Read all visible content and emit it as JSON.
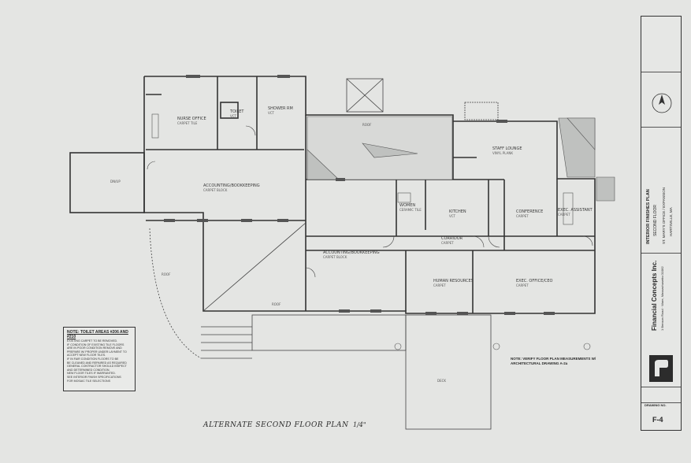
{
  "drawing": {
    "title": "ALTERNATE SECOND FLOOR PLAN",
    "scale": "1/4\""
  },
  "rooms": [
    {
      "id": "nurse-office",
      "name": "NURSE OFFICE",
      "note": "CARPET TILE"
    },
    {
      "id": "toilet",
      "name": "TOILET",
      "note": "VCT"
    },
    {
      "id": "shower",
      "name": "SHOWER RM",
      "note": "VCT"
    },
    {
      "id": "accounting-bookkeeping",
      "name": "ACCOUNTING/BOOKKEEPING",
      "note": "CARPET BLOCK"
    },
    {
      "id": "accounting-bookkeeping-2",
      "name": "ACCOUNTING/BOOKKEEPING",
      "note": "CARPET BLOCK"
    },
    {
      "id": "staff-lounge",
      "name": "STAFF LOUNGE",
      "note": "VINYL PLANK"
    },
    {
      "id": "women",
      "name": "WOMEN",
      "note": "CERAMIC TILE"
    },
    {
      "id": "kitchen",
      "name": "KITCHEN",
      "note": "VCT"
    },
    {
      "id": "conference",
      "name": "CONFERENCE",
      "note": "CARPET"
    },
    {
      "id": "corridor",
      "name": "CORRIDOR",
      "note": "CARPET"
    },
    {
      "id": "human-resources",
      "name": "HUMAN RESOURCES",
      "note": "CARPET"
    },
    {
      "id": "exec-office",
      "name": "EXEC. OFFICE/CEO",
      "note": "CARPET"
    },
    {
      "id": "exec-assistant",
      "name": "EXEC. ASSISTANT",
      "note": "CARPET"
    }
  ],
  "notes": {
    "toilet_title": "NOTE: TOILET AREAS #206 AND #210",
    "toilet_lines": [
      "EXISTING CARPET TO BE REMOVED.",
      "IF CONDITION OF EXISTING TILE FLOORS",
      "ARE IN POOR CONDITION REMOVE AND",
      "PREPARE W/ PROPER UNDER LAYMENT TO",
      "ACCEPT NEW FLOOR TILES.",
      "IF IN FAIR CONDITION FLOORS TO BE",
      "BE CLEANED AND REPAIRED AS REQUIRED",
      "GENERAL CONTRACTOR SHOULD INSPECT",
      "AND DETERMINED CONDITION.",
      "NEW FLOOR TILES IF WARRANTED.",
      "SEE INTERIOR FINISH SPECIFICATIONS",
      "FOR MOSAIC TILE SELECTIONS"
    ],
    "verify": "NOTE: VERIFY FLOOR PLAN MEASUREMENTS W/ ARCHITECTURAL DRAWING A-2a"
  },
  "title_block": {
    "company": "Financial Concepts Inc.",
    "address": "1 Benson Road · Ware, Massachusetts 01082",
    "plan_title": "INTERIOR FINISHES PLAN",
    "plan_subtitle": "SECOND FLOOR",
    "project": "ST. MARY'S OFFICE / EXPANSION",
    "city": "HARTSVILLE, MA",
    "drawing_no_label": "DRAWING NO.",
    "drawing_no": "F-4"
  }
}
